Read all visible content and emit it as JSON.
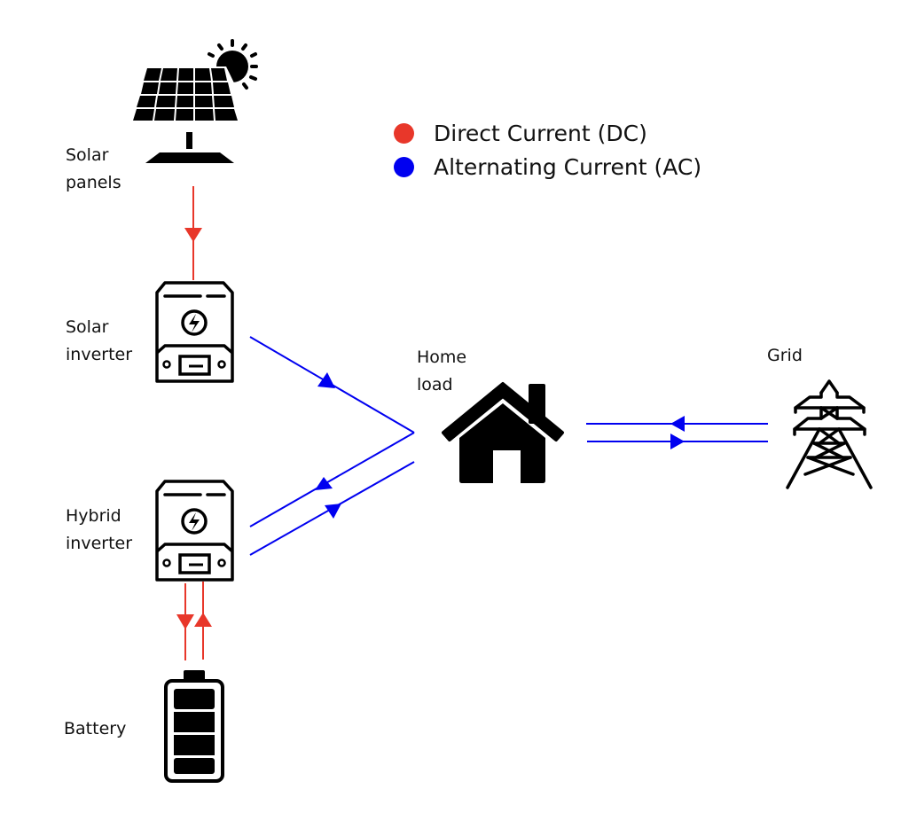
{
  "legend": [
    {
      "label": "Direct Current (DC)",
      "color": "#e8372a"
    },
    {
      "label": "Alternating Current (AC)",
      "color": "#0000f0"
    }
  ],
  "nodes": {
    "solar_panels": {
      "label": "Solar\npanels"
    },
    "solar_inverter": {
      "label": "Solar\ninverter"
    },
    "hybrid_inverter": {
      "label": "Hybrid\ninverter"
    },
    "battery": {
      "label": "Battery"
    },
    "home_load": {
      "label": "Home\nload"
    },
    "grid": {
      "label": "Grid"
    }
  },
  "flows": [
    {
      "from": "solar_panels",
      "to": "solar_inverter",
      "current": "DC",
      "direction": "one-way"
    },
    {
      "from": "solar_inverter",
      "to": "home_load",
      "current": "AC",
      "direction": "one-way"
    },
    {
      "from": "home_load",
      "to": "hybrid_inverter",
      "current": "AC",
      "direction": "one-way"
    },
    {
      "from": "hybrid_inverter",
      "to": "home_load",
      "current": "AC",
      "direction": "one-way"
    },
    {
      "from": "hybrid_inverter",
      "to": "battery",
      "current": "DC",
      "direction": "one-way"
    },
    {
      "from": "battery",
      "to": "hybrid_inverter",
      "current": "DC",
      "direction": "one-way"
    },
    {
      "from": "grid",
      "to": "home_load",
      "current": "AC",
      "direction": "one-way"
    },
    {
      "from": "home_load",
      "to": "grid",
      "current": "AC",
      "direction": "one-way"
    }
  ],
  "colors": {
    "dc": "#e8372a",
    "ac": "#0000f0",
    "icon": "#000000"
  }
}
